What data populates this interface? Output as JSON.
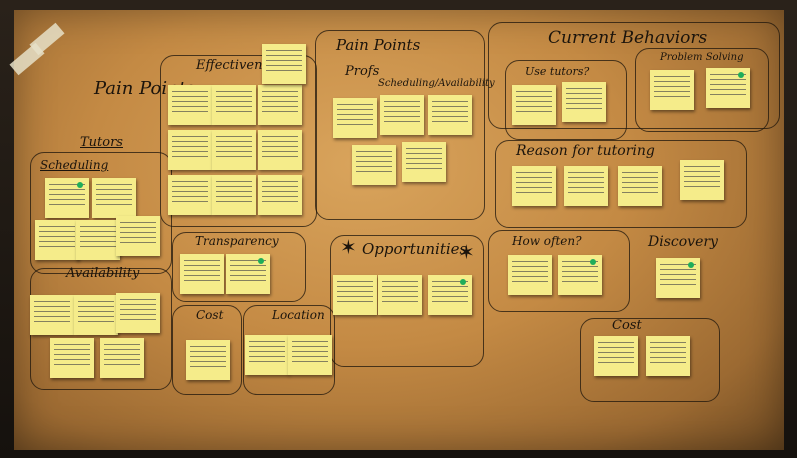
{
  "headings": {
    "pain_points": "Pain Points",
    "tutors": "Tutors",
    "effectiveness": "Effectiveness",
    "scheduling": "Scheduling",
    "availability": "Availability",
    "transparency": "Transparency",
    "cost": "Cost",
    "location": "Location",
    "pain_points_profs": "Pain Points",
    "profs": "Profs",
    "scheduling_availability": "Scheduling/Availability",
    "opportunities": "Opportunities",
    "current_behaviors": "Current Behaviors",
    "use_tutors": "Use tutors?",
    "problem_solving": "Problem Solving",
    "reason_for_tutoring": "Reason for tutoring",
    "how_often": "How often?",
    "discovery": "Discovery",
    "cost_right": "Cost"
  },
  "colors": {
    "sticky": "#f5ec8a",
    "paper": "#c48a44",
    "ink": "#1b140c",
    "green_dot": "#1fae5a"
  }
}
